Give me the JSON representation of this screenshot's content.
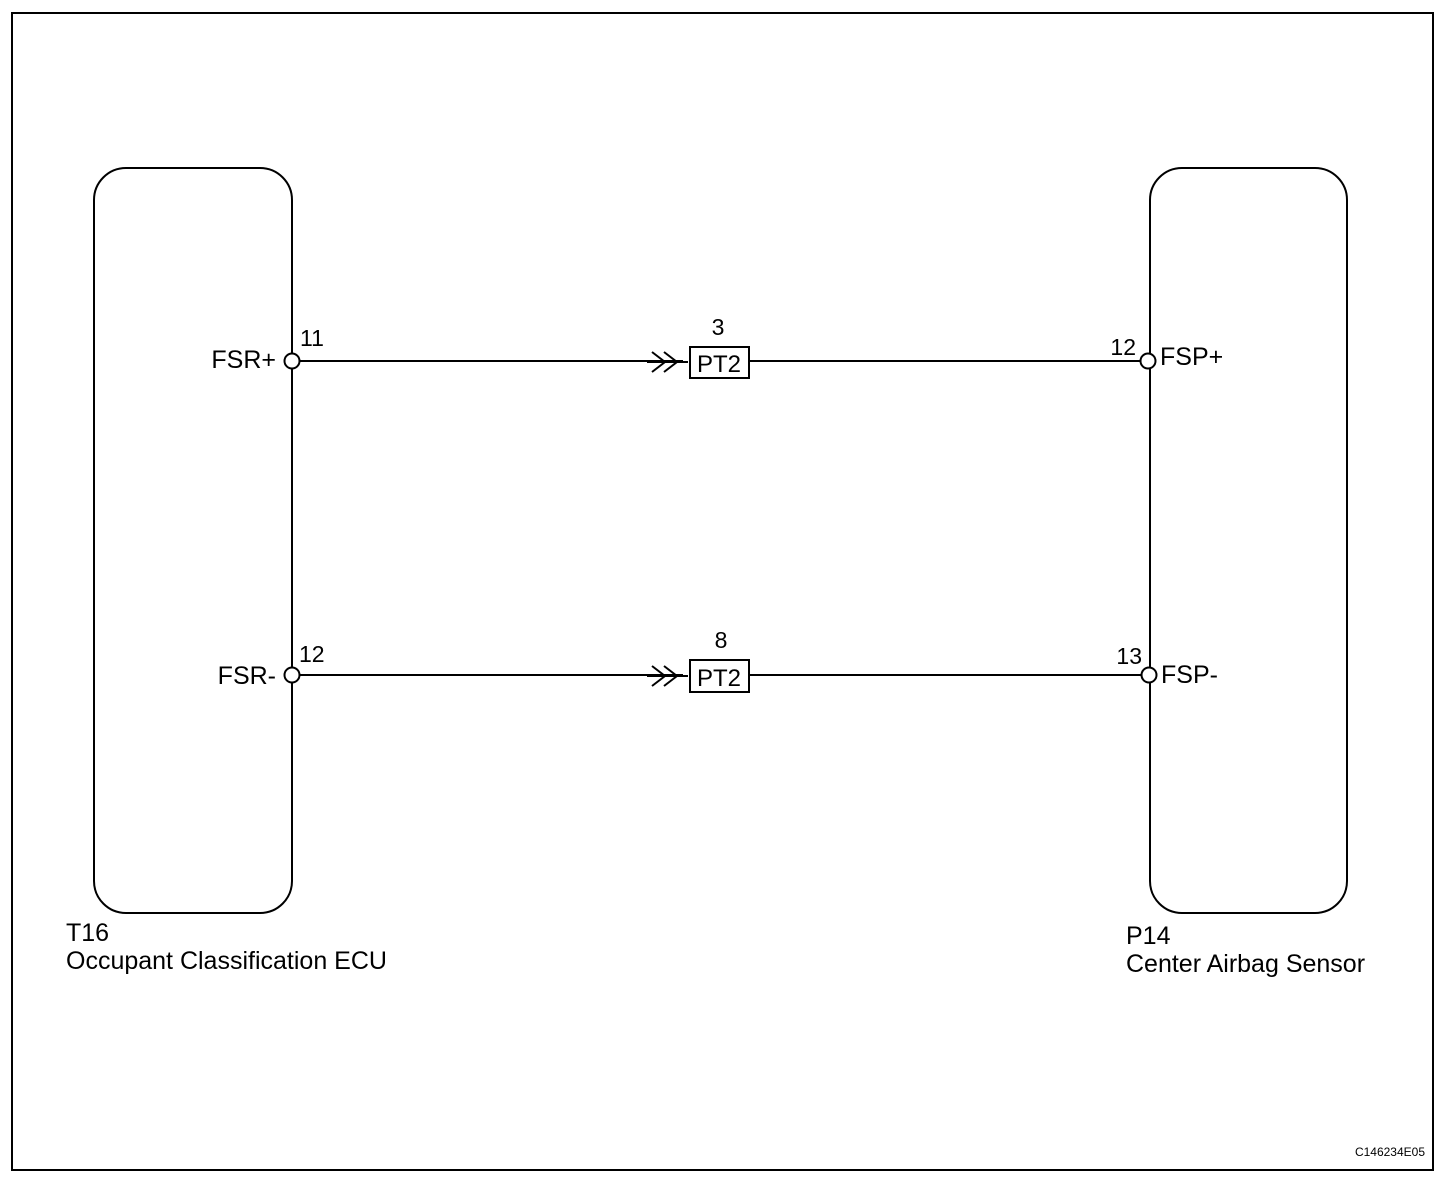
{
  "left_component": {
    "code": "T16",
    "name": "Occupant Classification ECU",
    "terminals": [
      {
        "signal": "FSR+",
        "pin": "11"
      },
      {
        "signal": "FSR-",
        "pin": "12"
      }
    ]
  },
  "right_component": {
    "code": "P14",
    "name": "Center Airbag Sensor",
    "terminals": [
      {
        "signal": "FSP+",
        "pin": "12"
      },
      {
        "signal": "FSP-",
        "pin": "13"
      }
    ]
  },
  "connectors": [
    {
      "name": "PT2",
      "pin": "3"
    },
    {
      "name": "PT2",
      "pin": "8"
    }
  ],
  "figure_code": "C146234E05"
}
